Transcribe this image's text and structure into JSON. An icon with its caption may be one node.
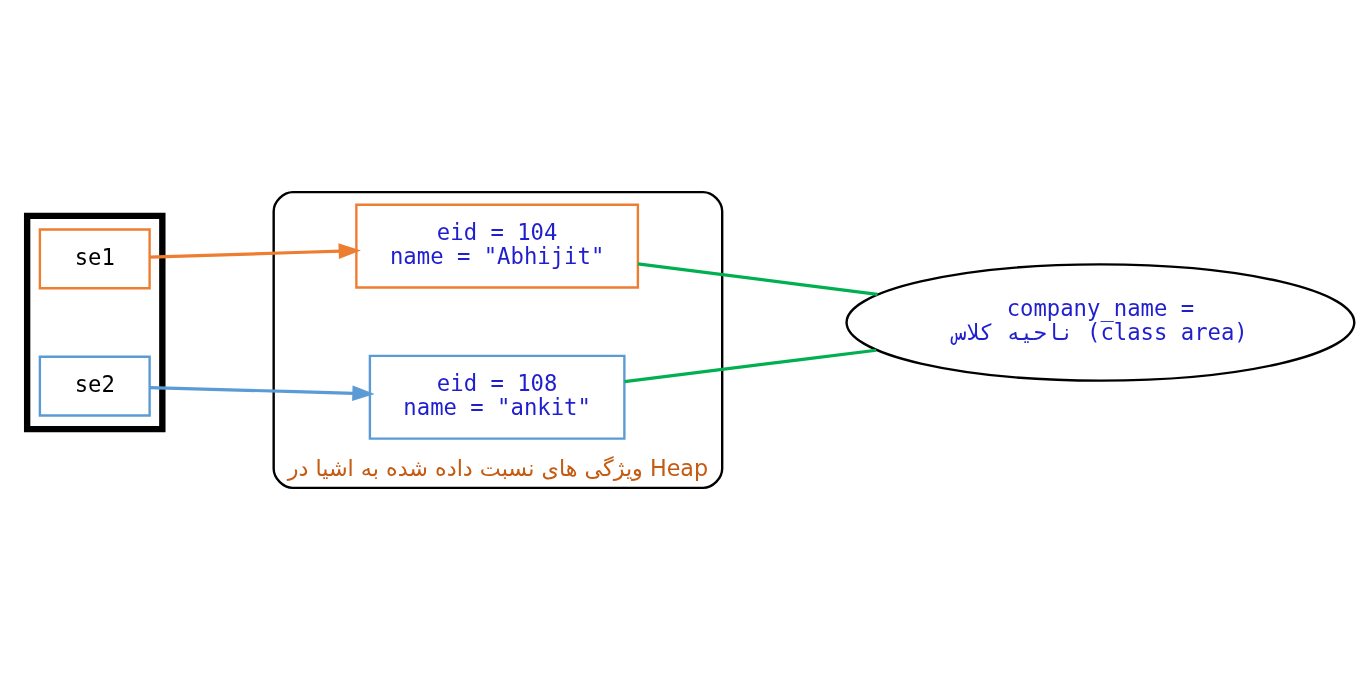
{
  "diagram": {
    "nodes": [
      {
        "text": [
          "ویژگی های نسبت داده شده به اشیا در Heap"
        ]
      },
      {
        "text": [
          "eid = 104",
          "name = \"Abhijit\""
        ],
        "in": 0
      },
      {
        "text": [
          "eid = 108",
          "name = \"ankit\""
        ],
        "in": 0
      },
      {
        "text": [
          "company_name =",
          "ناحیه کلاس (class area)"
        ]
      },
      {
        "text": [],
        "shape": "box"
      },
      {
        "text": [
          "se1"
        ],
        "in": 4
      },
      {
        "text": [
          "se2"
        ],
        "in": 4
      }
    ],
    "edges": [
      {
        "from": 5,
        "to": 1,
        "arrow": "to",
        "color": "#ed7d31"
      },
      {
        "from": 6,
        "to": 2,
        "arrow": "to",
        "color": "#5b9bd5"
      },
      {
        "from": 1,
        "to": 3,
        "arrow": "none",
        "color": "#00b050"
      },
      {
        "from": 2,
        "to": 3,
        "arrow": "none",
        "color": "#00b050"
      }
    ]
  }
}
